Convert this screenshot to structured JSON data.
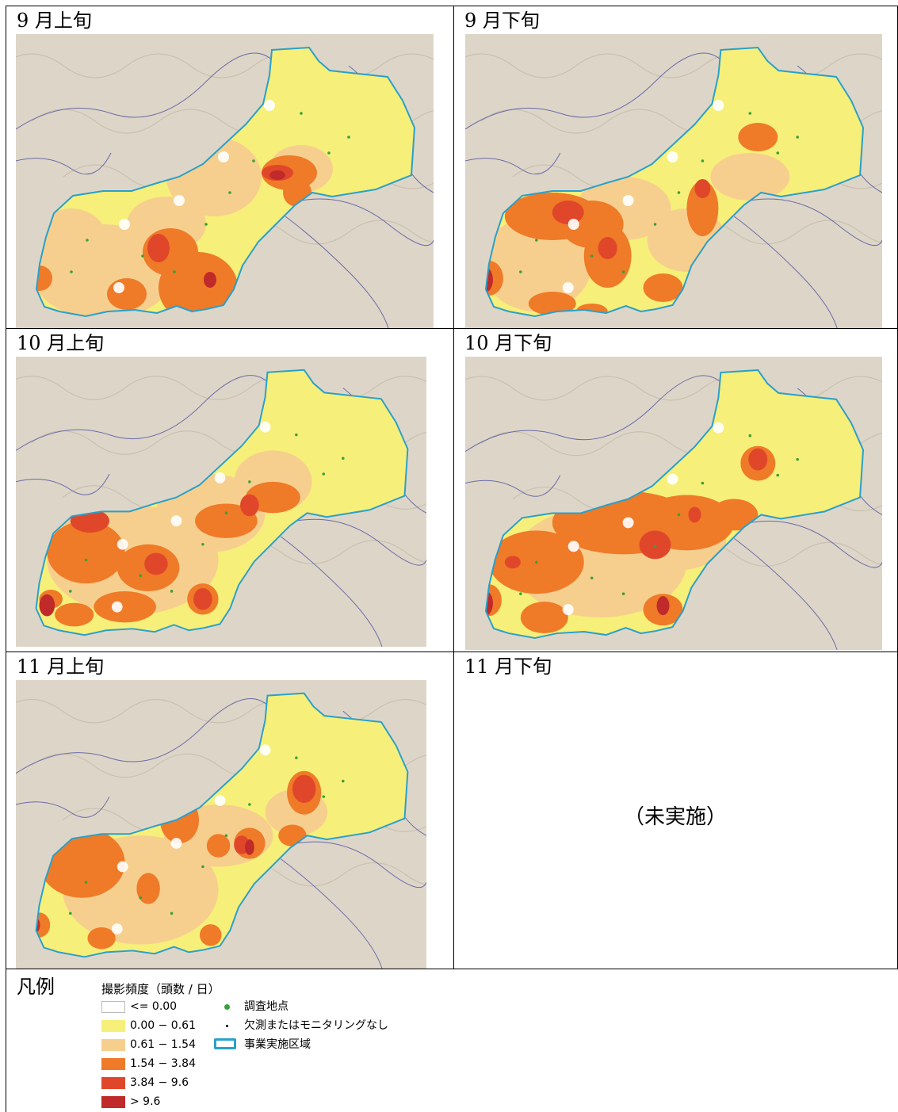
{
  "panels": [
    {
      "title": "9 月上旬",
      "status": "mapped"
    },
    {
      "title": "9 月下旬",
      "status": "mapped"
    },
    {
      "title": "10 月上旬",
      "status": "mapped"
    },
    {
      "title": "10 月下旬",
      "status": "mapped"
    },
    {
      "title": "11 月上旬",
      "status": "mapped"
    },
    {
      "title": "11 月下旬",
      "status": "not_done",
      "note": "（未実施）"
    }
  ],
  "legend": {
    "label": "凡例",
    "heading": "撮影頻度（頭数 / 日）",
    "classes": [
      {
        "label": "<= 0.00",
        "color": "#ffffff"
      },
      {
        "label": "0.00 − 0.61",
        "color": "#f6ef7a"
      },
      {
        "label": "0.61 − 1.54",
        "color": "#f6cf8e"
      },
      {
        "label": "1.54 − 3.84",
        "color": "#ef7a28"
      },
      {
        "label": "3.84 − 9.6",
        "color": "#e0472a"
      },
      {
        "label": "> 9.6",
        "color": "#c02a2a"
      }
    ],
    "symbols": [
      {
        "label": "調査地点",
        "kind": "green-dot",
        "color": "#3aa03a"
      },
      {
        "label": "欠測またはモニタリングなし",
        "kind": "black-dot",
        "color": "#000000"
      },
      {
        "label": "事業実施区域",
        "kind": "blue-outline",
        "color": "#2aa0c8"
      }
    ]
  },
  "colors": {
    "terrain": "#ddd6c8",
    "boundary": "#2aa0c8",
    "river": "#6a6aa8"
  }
}
